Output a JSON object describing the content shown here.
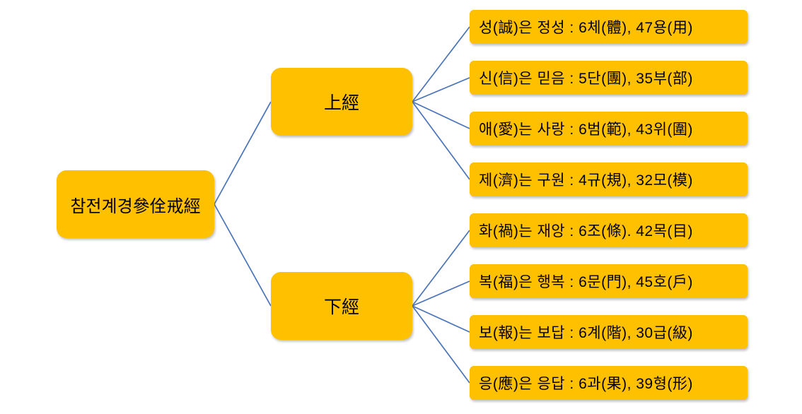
{
  "diagram": {
    "root": {
      "label": "참전계경參佺戒經"
    },
    "branches": [
      {
        "label": "上經",
        "children": [
          "성(誠)은 정성 : 6체(體), 47용(用)",
          "신(信)은 믿음 : 5단(團), 35부(部)",
          "애(愛)는 사랑 : 6범(範), 43위(圍)",
          "제(濟)는 구원 : 4규(規), 32모(模)"
        ]
      },
      {
        "label": "下經",
        "children": [
          "화(禍)는 재앙 : 6조(條). 42목(目)",
          "복(福)은 행복 : 6문(門), 45호(戶)",
          "보(報)는 보답 : 6계(階), 30급(級)",
          "응(應)은 응답 : 6과(果), 39형(形)"
        ]
      }
    ],
    "colors": {
      "node_fill": "#FFC000",
      "connector": "#4A74B9",
      "text": "#000000",
      "background": "#FFFFFF"
    }
  }
}
